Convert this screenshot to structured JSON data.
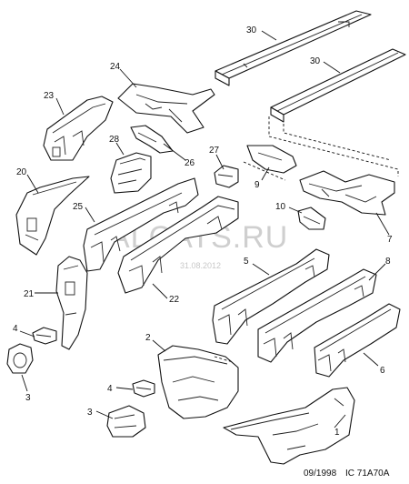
{
  "diagram": {
    "watermark": "ALCATS.RU",
    "watermark_date": "31.08.2012",
    "footer_date": "09/1998",
    "footer_code": "IC 71A70A",
    "callouts": {
      "c1": "1",
      "c2": "2",
      "c3a": "3",
      "c3b": "3",
      "c4a": "4",
      "c4b": "4",
      "c5": "5",
      "c6": "6",
      "c7": "7",
      "c8": "8",
      "c9": "9",
      "c10": "10",
      "c20": "20",
      "c21": "21",
      "c22": "22",
      "c23": "23",
      "c24": "24",
      "c25": "25",
      "c26": "26",
      "c27": "27",
      "c28": "28",
      "c30a": "30",
      "c30b": "30"
    }
  }
}
